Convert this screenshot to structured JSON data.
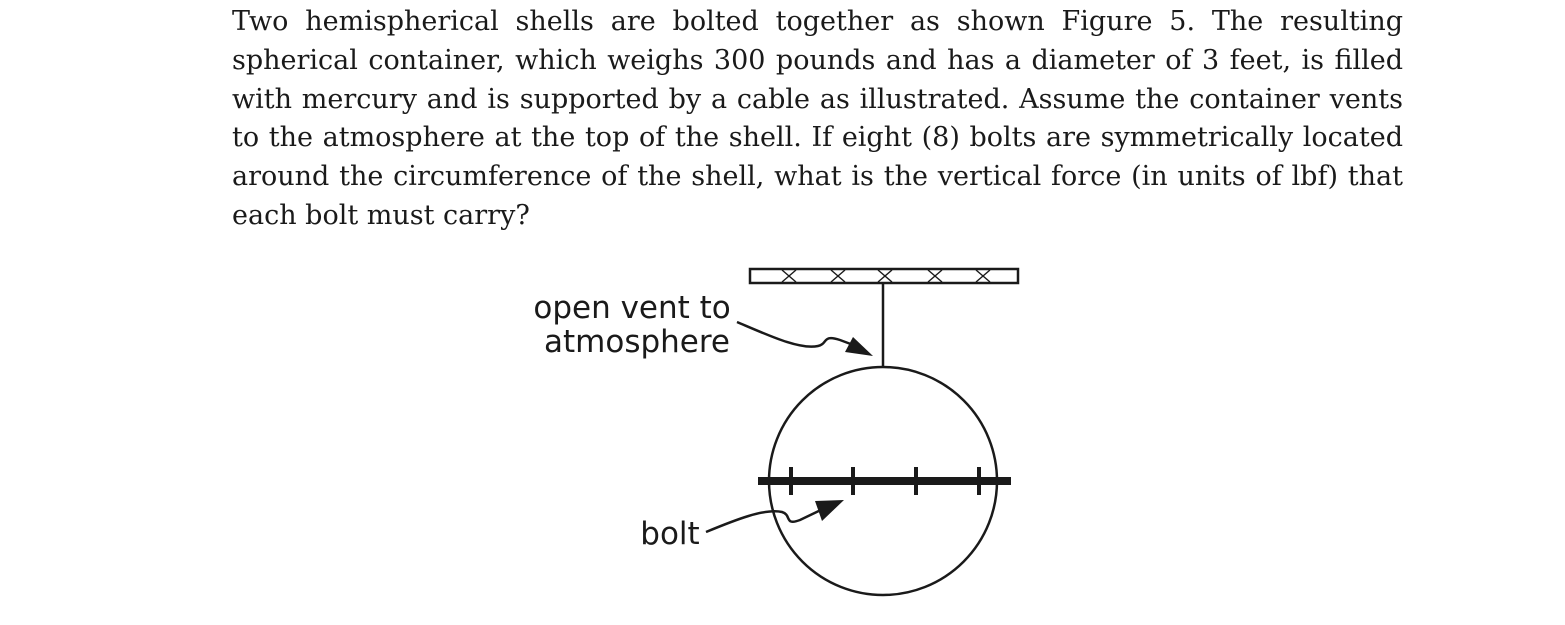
{
  "problem": {
    "text": "Two hemispherical shells are bolted together as shown Figure 5. The resulting spher­ical container, which weighs 300 pounds and has a diameter of 3 feet, is filled with mercury and is supported by a cable as illustrated. Assume the container vents to the atmosphere at the top of the shell. If eight (8) bolts are symmetrically located around the circumference of the shell, what is the vertical force (in units of lbf) that each bolt must carry?"
  },
  "figure": {
    "vent_label_line1": "open vent to",
    "vent_label_line2": "atmosphere",
    "bolt_label": "bolt"
  }
}
